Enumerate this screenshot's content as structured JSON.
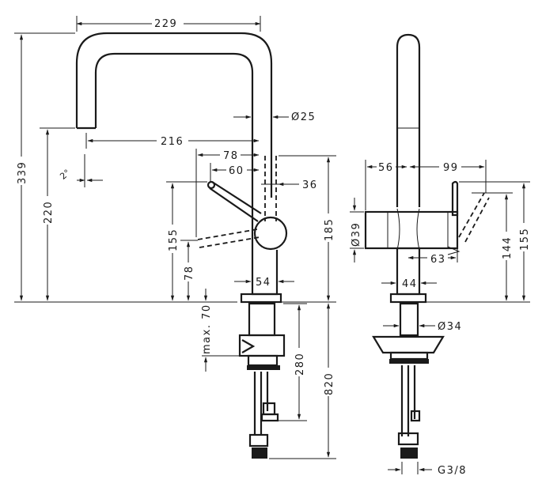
{
  "dimensions": {
    "spout_reach_outer": "229",
    "spout_diameter": "Ø25",
    "spout_reach_inner": "216",
    "handle_reach": "78",
    "handle_offset": "60",
    "swivel_angle": "2°",
    "handle_head": "36",
    "total_height": "339",
    "spout_height": "220",
    "handle_height_left": "155",
    "handle_low": "78",
    "height_185": "185",
    "base_width": "54",
    "max_counter": "max. 70",
    "shank_280": "280",
    "hose_820": "820",
    "side_56": "56",
    "side_99": "99",
    "side_dia_39": "Ø39",
    "side_63": "63",
    "side_144": "144",
    "side_155": "155",
    "side_44": "44",
    "side_dia_34": "Ø34",
    "thread": "G3/8"
  }
}
